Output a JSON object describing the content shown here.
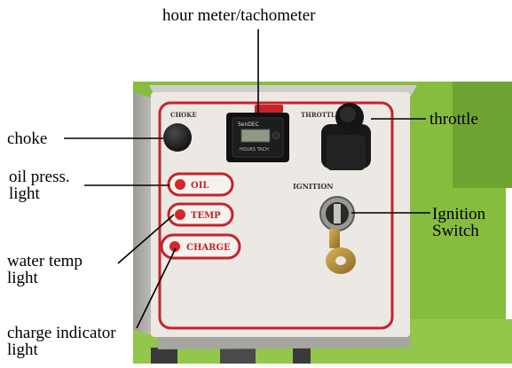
{
  "callouts": {
    "hour_meter": "hour meter/tachometer",
    "choke": "choke",
    "throttle": "throttle",
    "oil_press_1": "oil press.",
    "oil_press_2": "light",
    "ignition_1": "Ignition",
    "ignition_2": "Switch",
    "water_temp_1": "water temp",
    "water_temp_2": "light",
    "charge_1": "charge indicator",
    "charge_2": "light"
  },
  "panel_labels": {
    "choke": "CHOKE",
    "throttle": "THROTTLE",
    "ignition": "IGNITION",
    "oil": "OIL",
    "temp": "TEMP",
    "charge": "CHARGE",
    "meter_brand": "SenDEC",
    "meter_sub": "HOURS TACH"
  },
  "colors": {
    "background_green": "#7fb83a",
    "panel_face": "#ece9e4",
    "panel_border_red": "#c4242a",
    "housing_grey": "#b9b7b2"
  }
}
